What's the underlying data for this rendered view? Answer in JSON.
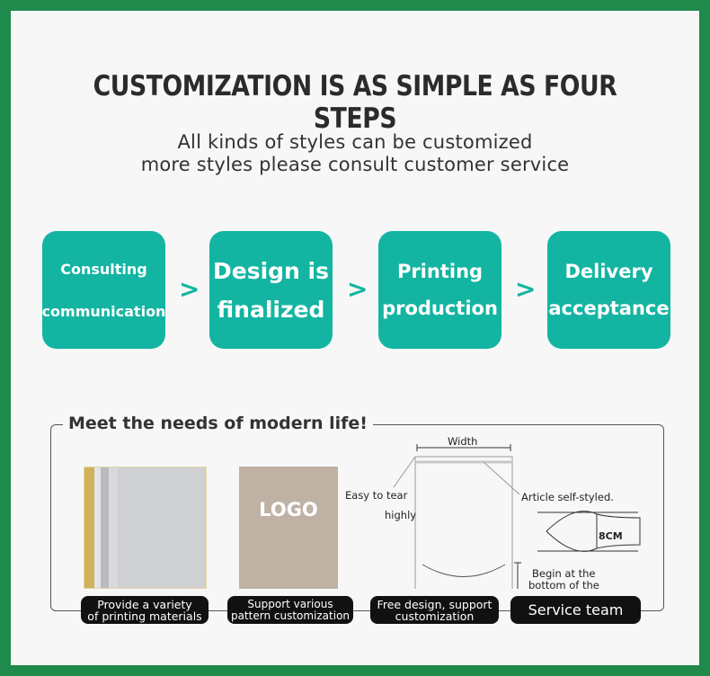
{
  "title": "CUSTOMIZATION IS AS SIMPLE AS FOUR STEPS",
  "subtitle": {
    "line1": "All kinds of styles can be customized",
    "line2": "more styles please consult customer service"
  },
  "steps": [
    {
      "line1": "Consulting",
      "line2": "communication"
    },
    {
      "line1": "Design is",
      "line2": "finalized"
    },
    {
      "line1": "Printing",
      "line2": "production"
    },
    {
      "line1": "Delivery",
      "line2": "acceptance"
    }
  ],
  "arrow_glyph": ">",
  "features": {
    "heading": "Meet the needs of modern life!",
    "logo_text": "LOGO",
    "diagram": {
      "width_label": "Width",
      "easy_tear": "Easy to tear",
      "highly": "highly",
      "article": "Article self-styled.",
      "size": "8CM",
      "begin1": "Begin at the",
      "begin2": "bottom of the"
    },
    "labels": [
      {
        "line1": "Provide a variety",
        "line2": "of printing materials"
      },
      {
        "line1": "Support various",
        "line2": "pattern customization"
      },
      {
        "line1": "Free design, support",
        "line2": "customization"
      },
      {
        "line1": "Service team"
      }
    ]
  },
  "colors": {
    "background": "#1f8a4c",
    "panel": "#f7f7f7",
    "accent": "#13b5a2",
    "text": "#2b2b2b"
  }
}
